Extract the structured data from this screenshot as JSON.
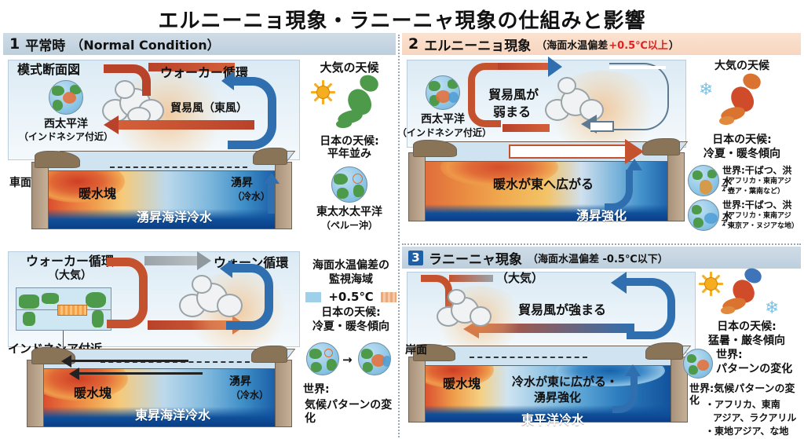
{
  "title": "エルニーニョ現象・ラニーニャ現象の仕組みと影響",
  "colors": {
    "header_normal": "#c4d5e2",
    "header_elnino": "#f9dcc7",
    "accent_red": "#dd2222",
    "accent_blue": "#1f5fa8",
    "warm_water": "#d8482c",
    "cold_water": "#1659a3",
    "land": "#8a7458"
  },
  "panel1": {
    "number": "1",
    "title": "平常時",
    "subtitle": "（Normal Condition）",
    "diagram_label": "模式断面図",
    "walker": "ウォーカー循環",
    "trade_wind": "貿易風（東風）",
    "west_pacific": "西太平洋",
    "west_pacific_sub": "（インドネシア付近）",
    "cross_section": "車面",
    "warm_pool": "暖水塊",
    "upwelling": "湧昇",
    "upwelling_sub": "（冷水）",
    "deep_water": "湧昇海洋冷水",
    "sidebar": {
      "atmos_weather": "大気の天候",
      "japan_weather": "日本の天候:",
      "japan_weather_val": "平年並み",
      "east_pacific": "東太水太平洋",
      "east_pacific_sub": "（ペルー沖）"
    }
  },
  "panel1b": {
    "walker": "ウォーカー循環",
    "walker_sub": "（大気）",
    "warn": "ウォーン循環",
    "indonesia": "インドネシア付近",
    "warm_pool": "暖水塊",
    "upwelling": "湧昇",
    "upwelling_sub": "（冷水）",
    "deep_water": "東昇海洋冷水"
  },
  "legend": {
    "title1": "海面水温偏差の",
    "title2": "監視海域",
    "value": "+0.5℃",
    "japan_weather": "日本の天候:",
    "japan_weather_val": "冷夏・暖冬傾向",
    "world": "世界:",
    "world_val": "気候パターンの変化"
  },
  "panel2": {
    "number": "2",
    "title": "エルニーニョ現象",
    "sub_open": "（海面水温偏差 ",
    "sub_value": "+0.5℃以上",
    "sub_close": "）",
    "trade_wind_l1": "貿易風が",
    "trade_wind_l2": "弱まる",
    "west_pacific": "西太平洋",
    "west_pacific_sub": "（インドネシア付近）",
    "warm_spread": "暖水が東へ広がる",
    "upwelling": "湧昇強化",
    "sidebar": {
      "atmos_weather": "大気の天候",
      "japan_weather": "日本の天候:",
      "japan_weather_val": "冷夏・暖冬傾向",
      "world1_title": "世界:干ばつ、洪水",
      "world1_l1": "（アフリカ・東南アジア、",
      "world1_l2": "・壺ア・葉南など）",
      "world2_title": "世界:干ばつ、洪水",
      "world2_l1": "（アフリカ・東南アジア、",
      "world2_l2": "・東京ア・ヌジアな地）"
    }
  },
  "panel3": {
    "number": "3",
    "title": "ラニーニャ現象",
    "subtitle": "（海面水温偏差 -0.5℃以下）",
    "atmos": "（大気）",
    "trade_wind": "貿易風が強まる",
    "cross_section": "岸面",
    "warm_pool": "暖水塊",
    "cold_spread_l1": "冷水が東に広がる・",
    "cold_spread_l2": "湧昇強化",
    "deep_water": "東平洋冷水",
    "sidebar": {
      "japan_weather": "日本の天候:",
      "japan_weather_val": "猛暑・厳冬傾向",
      "world": "世界:",
      "world_val": "パターンの変化",
      "world_title": "世界:気候パターンの変化",
      "bullet1_l1": "・アフリカ、東南",
      "bullet1_l2": "アジア、ラクアリル",
      "bullet2": "・東地アジア、な地"
    }
  }
}
